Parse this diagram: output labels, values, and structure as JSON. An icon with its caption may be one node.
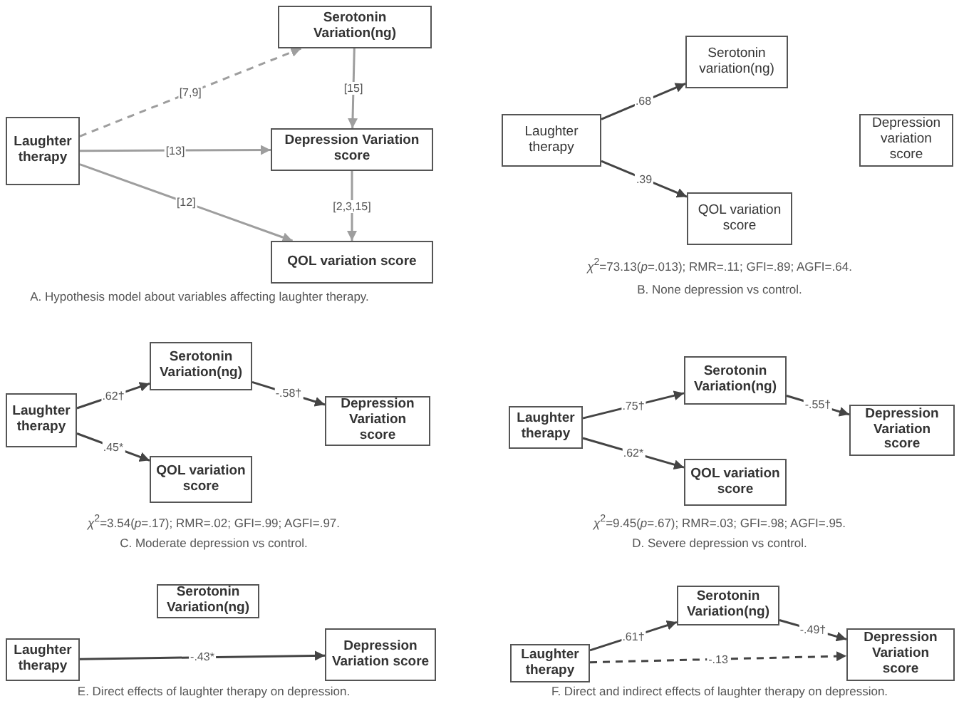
{
  "diagram": {
    "nodes": [
      {
        "text": [
          "Laughter therapy"
        ]
      },
      {
        "text": [
          "Serotonin Variation(ng)"
        ]
      },
      {
        "text": [
          "Depression Variation score"
        ]
      },
      {
        "text": [
          "QOL variation score"
        ]
      },
      {
        "text": [
          "Laughter therapy"
        ]
      },
      {
        "text": [
          "Serotonin variation(ng)"
        ]
      },
      {
        "text": [
          "Depression variation score"
        ]
      },
      {
        "text": [
          "QOL variation score"
        ]
      },
      {
        "text": [
          "Laughter therapy"
        ]
      },
      {
        "text": [
          "Serotonin Variation(ng)"
        ]
      },
      {
        "text": [
          "Depression Variation score"
        ]
      },
      {
        "text": [
          "QOL variation score"
        ]
      },
      {
        "text": [
          "Laughter therapy"
        ]
      },
      {
        "text": [
          "Serotonin Variation(ng)"
        ]
      },
      {
        "text": [
          "Depression Variation score"
        ]
      },
      {
        "text": [
          "QOL variation score"
        ]
      },
      {
        "text": [
          "Serotonin Variation(ng)"
        ]
      },
      {
        "text": [
          "Laughter therapy"
        ]
      },
      {
        "text": [
          "Depression Variation score"
        ]
      },
      {
        "text": [
          "Serotonin Variation(ng)"
        ]
      },
      {
        "text": [
          "Laughter therapy"
        ]
      },
      {
        "text": [
          "Depression Variation score"
        ]
      }
    ],
    "edges": [
      {
        "from": 0,
        "to": 1,
        "arrow": "to",
        "label": "[7,9]",
        "style": "dashed",
        "color": "#9e9e9e"
      },
      {
        "from": 1,
        "to": 2,
        "arrow": "to",
        "label": "[15]",
        "color": "#9e9e9e"
      },
      {
        "from": 0,
        "to": 2,
        "arrow": "to",
        "label": "[13]",
        "color": "#9e9e9e"
      },
      {
        "from": 2,
        "to": 3,
        "arrow": "to",
        "label": "[2,3,15]",
        "color": "#9e9e9e"
      },
      {
        "from": 0,
        "to": 3,
        "arrow": "to",
        "label": "[12]",
        "color": "#9e9e9e"
      },
      {
        "from": 4,
        "to": 5,
        "arrow": "to",
        "label": ".68"
      },
      {
        "from": 4,
        "to": 7,
        "arrow": "to",
        "label": ".39"
      },
      {
        "from": 8,
        "to": 9,
        "arrow": "to",
        "label": ".62†"
      },
      {
        "from": 9,
        "to": 10,
        "arrow": "to",
        "label": "-.58†"
      },
      {
        "from": 8,
        "to": 11,
        "arrow": "to",
        "label": ".45*"
      },
      {
        "from": 12,
        "to": 13,
        "arrow": "to",
        "label": ".75†"
      },
      {
        "from": 13,
        "to": 14,
        "arrow": "to",
        "label": "-.55†"
      },
      {
        "from": 12,
        "to": 15,
        "arrow": "to",
        "label": ".62*"
      },
      {
        "from": 17,
        "to": 18,
        "arrow": "to",
        "label": "-.43*"
      },
      {
        "from": 20,
        "to": 19,
        "arrow": "to",
        "label": ".61†"
      },
      {
        "from": 19,
        "to": 21,
        "arrow": "to",
        "label": "-.49†"
      },
      {
        "from": 20,
        "to": 21,
        "arrow": "to",
        "label": "-.13",
        "style": "dashed"
      }
    ],
    "labels": [
      "A. Hypothesis model about variables affecting laughter therapy.",
      "*χ*$^{2}$=73.13(*p*=.013); RMR=.11; GFI=.89; AGFI=.64.",
      "B. None depression vs control.",
      "*χ*$^{2}$=3.54(*p*=.17); RMR=.02; GFI=.99; AGFI=.97.",
      "C. Moderate depression vs control.",
      "*χ*$^{2}$=9.45(*p*=.67); RMR=.03; GFI=.98; AGFI=.95.",
      "D. Severe depression vs control.",
      "E. Direct effects of laughter therapy on depression.",
      "F. Direct and indirect effects of laughter therapy on depression."
    ]
  }
}
